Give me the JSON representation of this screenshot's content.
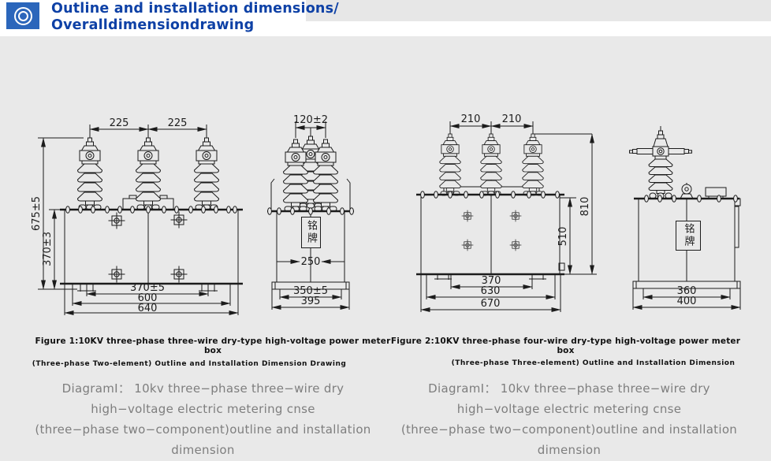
{
  "colors": {
    "accent_blue": "#0e41a6",
    "icon_bg": "#2b66bb",
    "page_bg": "#e9e9e9",
    "line_color": "#1c1c1c",
    "footer_text": "#7e7e7e"
  },
  "header": {
    "icon": "double-circle-icon",
    "title_line1": "Outline and installation dimensions/",
    "title_line2": "Overalldimensiondrawing"
  },
  "figure1_front": {
    "dims": {
      "pitch_left": "225",
      "pitch_right": "225",
      "overall_height": "675±5",
      "tank_height": "370±3",
      "mount_width": "370±5",
      "body_width": "600",
      "overall_width": "640"
    }
  },
  "figure1_side": {
    "nameplate": "铭牌",
    "dims": {
      "bushing_pitch": "120±2",
      "depth": "250",
      "mount_depth": "350±5",
      "base_width": "395"
    }
  },
  "figure2_front": {
    "dims": {
      "pitch_left": "210",
      "pitch_right": "210",
      "overall_height": "810",
      "tank_height": "510",
      "mount_width": "370",
      "body_width": "630",
      "overall_width": "670"
    }
  },
  "figure2_side": {
    "nameplate": "铭牌",
    "dims": {
      "body_width": "360",
      "base_width": "400"
    }
  },
  "captions": {
    "fig1_line1": "Figure 1:10KV three-phase three-wire dry-type high-voltage power meter box",
    "fig1_line2": "(Three-phase Two-element) Outline and Installation Dimension Drawing",
    "fig2_line1": "Figure 2:10KV three-phase four-wire dry-type high-voltage power meter box",
    "fig2_line2": "(Three-phase Three-element) Outline and Installation Dimension"
  },
  "footer_left": {
    "line1": "DiagramI： 10kv three−phase three−wire dry",
    "line2": "high−voltage electric metering cnse",
    "line3": "(three−phase two−component)outline and installation dimension"
  },
  "footer_right": {
    "line1": "DiagramI： 10kv three−phase three−wire dry",
    "line2": "high−voltage electric metering cnse",
    "line3": "(three−phase two−component)outline and installation dimension"
  }
}
